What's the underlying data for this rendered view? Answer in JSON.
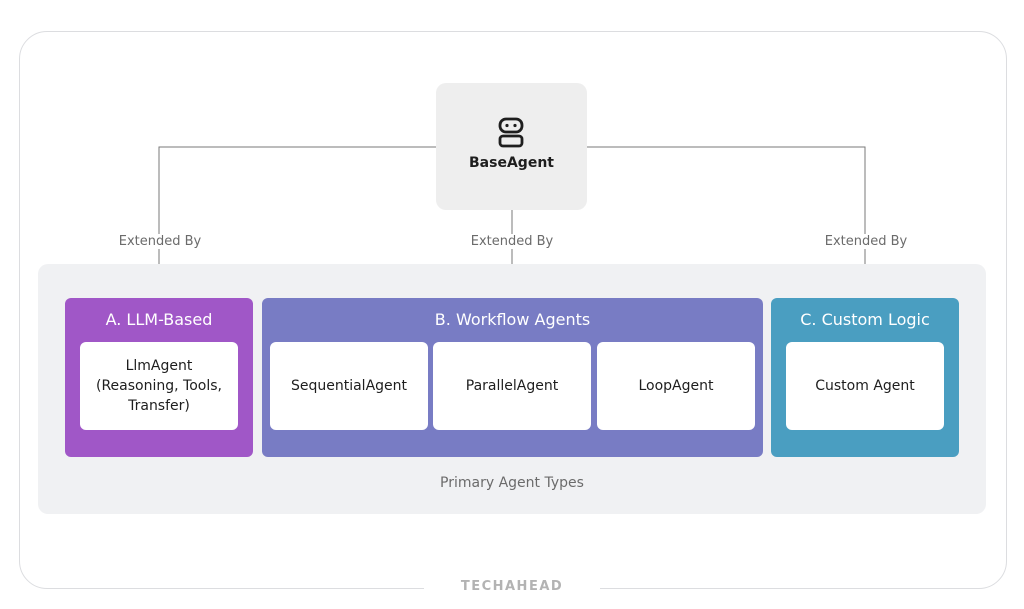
{
  "root": {
    "label": "BaseAgent",
    "icon": "robot-icon"
  },
  "edge_label": "Extended By",
  "panel_caption": "Primary Agent Types",
  "groups": [
    {
      "title": "A. LLM-Based",
      "color": "#a057c7",
      "cards": [
        "LlmAgent\n(Reasoning, Tools,\nTransfer)"
      ]
    },
    {
      "title": "B. Workflow Agents",
      "color": "#787cc4",
      "cards": [
        "SequentialAgent",
        "ParallelAgent",
        "LoopAgent"
      ]
    },
    {
      "title": "C. Custom Logic",
      "color": "#4a9ec1",
      "cards": [
        "Custom Agent"
      ]
    }
  ],
  "brand": "TECHAHEAD"
}
